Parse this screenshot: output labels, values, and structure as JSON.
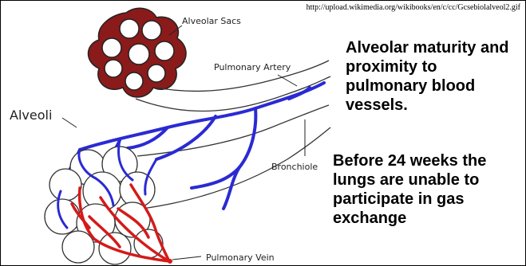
{
  "source_url": "http://upload.wikimedia.org/wikibooks/en/c/cc/Gcsebiolalveol2.gif",
  "diagram": {
    "labels": {
      "alveolar_sacs": "Alveolar Sacs",
      "pulmonary_artery": "Pulmonary Artery",
      "alveoli": "Alveoli",
      "bronchiole": "Bronchiole",
      "pulmonary_vein": "Pulmonary Vein"
    },
    "colors": {
      "sac_fill": "#8b1a1a",
      "artery": "#2a2ad4",
      "vein": "#d41a1a",
      "outline": "#222222"
    }
  },
  "heading": "Alveolar maturity and proximity to pulmonary blood vessels.",
  "body": "Before 24 weeks the lungs are unable to participate in gas exchange"
}
